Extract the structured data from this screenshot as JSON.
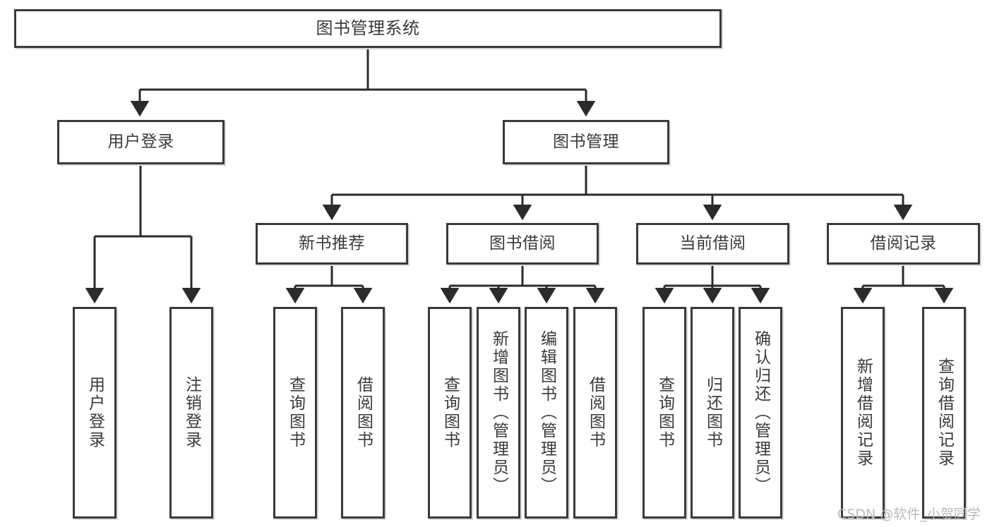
{
  "diagram": {
    "title": "图书管理系统",
    "type": "tree",
    "orientation": "top-down",
    "colors": {
      "background": "#ffffff",
      "node_fill": "#ffffff",
      "node_border": "#3a3a3a",
      "edge": "#2b2b2b",
      "shadow": "#d9d9d9",
      "watermark": "#b9b9b9"
    },
    "nodes": {
      "root": {
        "label": "图书管理系统"
      },
      "level2": [
        {
          "label": "用户登录"
        },
        {
          "label": "图书管理"
        }
      ],
      "level3": [
        {
          "label": "新书推荐"
        },
        {
          "label": "图书借阅"
        },
        {
          "label": "当前借阅"
        },
        {
          "label": "借阅记录"
        }
      ],
      "leaves": {
        "user_login": [
          {
            "label": "用户登录"
          },
          {
            "label": "注销登录"
          }
        ],
        "new_book": [
          {
            "label": "查询图书"
          },
          {
            "label": "借阅图书"
          }
        ],
        "book_borrow": [
          {
            "label": "查询图书"
          },
          {
            "label": "新增图书（管理员）"
          },
          {
            "label": "编辑图书（管理员）"
          },
          {
            "label": "借阅图书"
          }
        ],
        "current_borrow": [
          {
            "label": "查询图书"
          },
          {
            "label": "归还图书"
          },
          {
            "label": "确认归还（管理员）"
          }
        ],
        "borrow_record": [
          {
            "label": "新增借阅记录"
          },
          {
            "label": "查询借阅记录"
          }
        ]
      }
    },
    "watermark": "CSDN @软件_小贺同学"
  }
}
